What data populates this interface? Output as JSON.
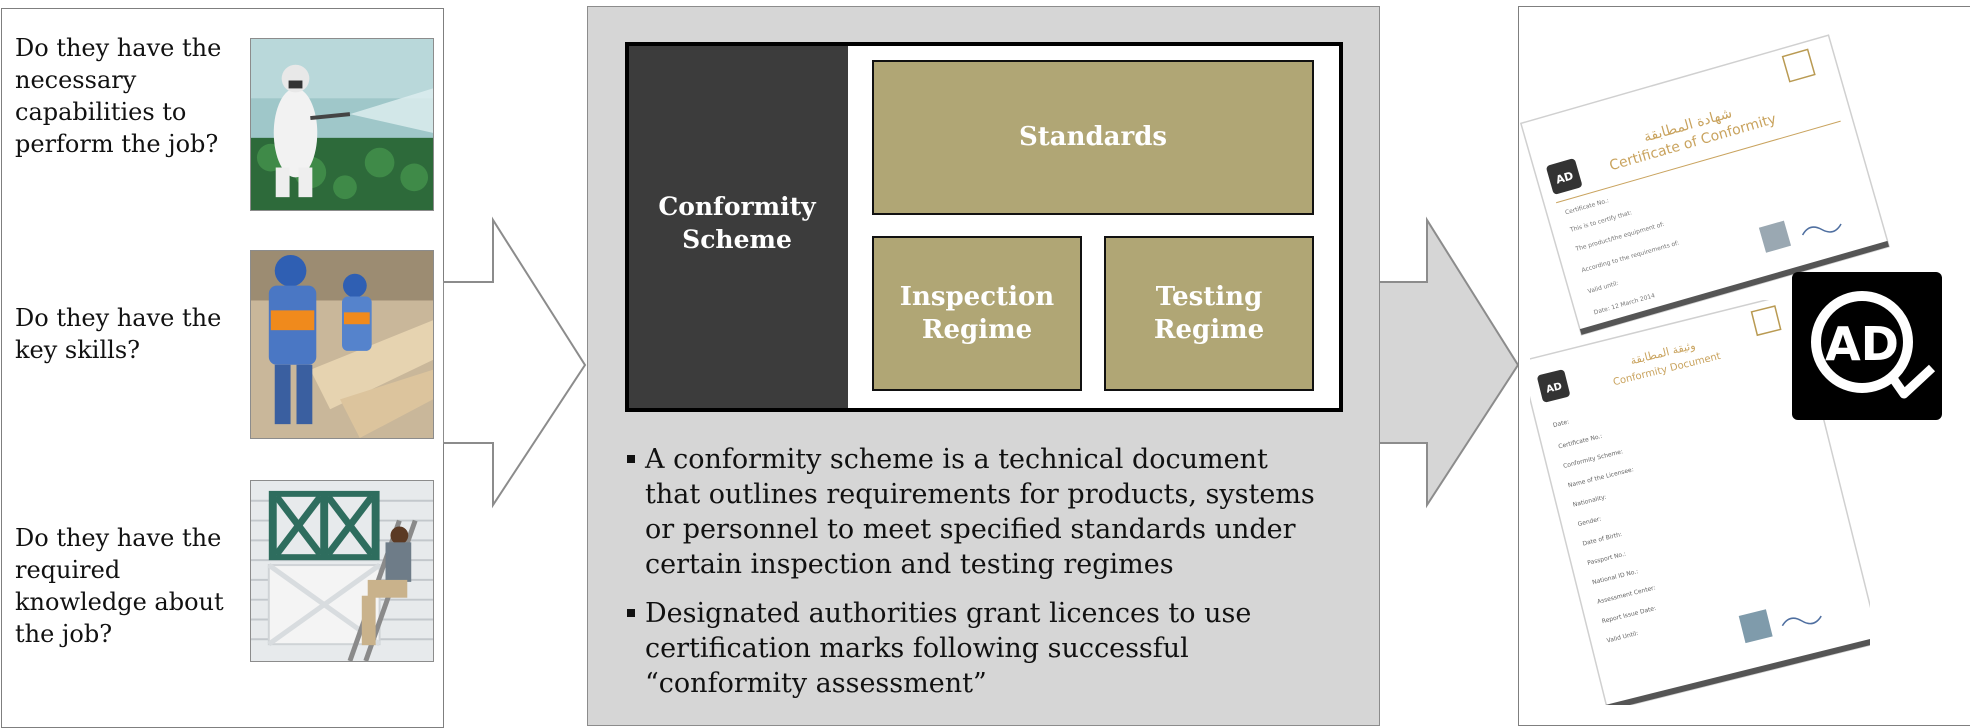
{
  "left": {
    "questions": [
      "Do they have the necessary capabilities to perform the job?",
      "Do they have the key skills?",
      "Do they have the required knowledge about the job?"
    ]
  },
  "center": {
    "scheme_label": "Conformity Scheme",
    "standards": "Standards",
    "inspection": "Inspection Regime",
    "testing": "Testing Regime",
    "bullets": [
      "A conformity scheme is a technical document that outlines requirements for products, systems or personnel to meet specified standards under certain inspection and testing regimes",
      "Designated authorities grant licences to use certification marks following successful “conformity assessment”"
    ]
  },
  "right": {
    "cert1_title_ar": "شهادة المطابقة",
    "cert1_title_en": "Certificate of Conformity",
    "cert2_title_ar": "وثيقة المطابقة",
    "cert2_title_en": "Conformity Document",
    "logo_text": "AD",
    "cert1_fields": [
      "Certificate No.:",
      "This is to certify that:",
      "The product/the equipment of:",
      "According to the requirements of:",
      "Valid until:",
      "Date: 12 March 2014"
    ],
    "cert2_fields": [
      "Date:",
      "Certificate No.:",
      "Conformity Scheme:",
      "Name of the Licensee:",
      "Nationality:",
      "Gender:",
      "Date of Birth:",
      "Passport No.:",
      "National ID No.:",
      "Assessment Center:",
      "Report Issue Date:",
      "Valid Until:"
    ]
  },
  "colors": {
    "tile": "#b0a675",
    "scheme_dark": "#3c3c3c",
    "panel_grey": "#d6d6d6"
  }
}
